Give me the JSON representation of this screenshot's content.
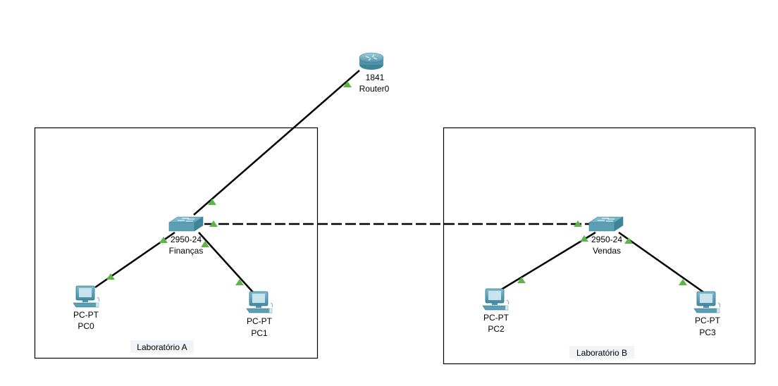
{
  "topology": {
    "areas": [
      {
        "id": "lab-a",
        "label": "Laboratório A"
      },
      {
        "id": "lab-b",
        "label": "Laboratório B"
      }
    ],
    "devices": [
      {
        "id": "router0",
        "type": "router",
        "model": "1841",
        "name": "Router0"
      },
      {
        "id": "sw-financas",
        "type": "switch",
        "model": "2950-24",
        "name": "Finanças"
      },
      {
        "id": "sw-vendas",
        "type": "switch",
        "model": "2950-24",
        "name": "Vendas"
      },
      {
        "id": "pc0",
        "type": "pc",
        "model": "PC-PT",
        "name": "PC0"
      },
      {
        "id": "pc1",
        "type": "pc",
        "model": "PC-PT",
        "name": "PC1"
      },
      {
        "id": "pc2",
        "type": "pc",
        "model": "PC-PT",
        "name": "PC2"
      },
      {
        "id": "pc3",
        "type": "pc",
        "model": "PC-PT",
        "name": "PC3"
      }
    ],
    "links": [
      {
        "from": "router0",
        "to": "sw-financas",
        "cable": "straight",
        "from_status": "up",
        "to_status": "up"
      },
      {
        "from": "sw-financas",
        "to": "sw-vendas",
        "cable": "crossover",
        "from_status": "up",
        "to_status": "up"
      },
      {
        "from": "sw-financas",
        "to": "pc0",
        "cable": "straight",
        "from_status": "up",
        "to_status": "up"
      },
      {
        "from": "sw-financas",
        "to": "pc1",
        "cable": "straight",
        "from_status": "up",
        "to_status": "up"
      },
      {
        "from": "sw-vendas",
        "to": "pc2",
        "cable": "straight",
        "from_status": "up",
        "to_status": "up"
      },
      {
        "from": "sw-vendas",
        "to": "pc3",
        "cable": "straight",
        "from_status": "up",
        "to_status": "up"
      }
    ],
    "colors": {
      "port_up": "#5cb545",
      "device_body": "#5a9fb2",
      "device_top": "#8cc4d4",
      "screen": "#c9e3ee"
    }
  }
}
